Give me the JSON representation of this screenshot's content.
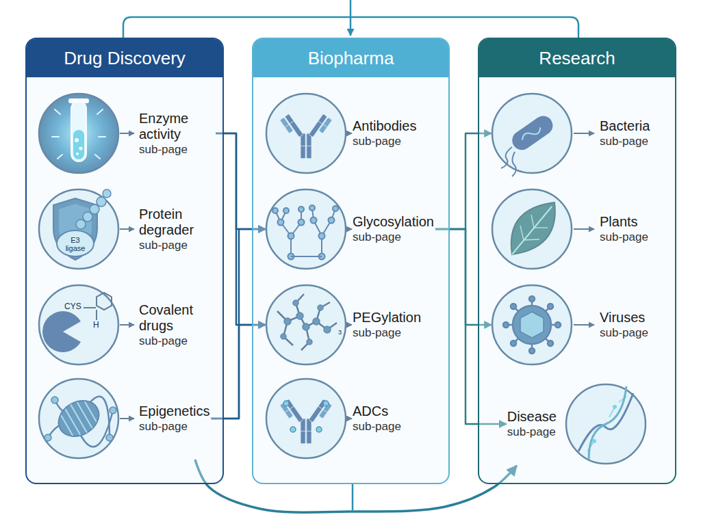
{
  "diagram": {
    "nodes": [
      {
        "text": [
          "Drug Discovery"
        ]
      },
      {
        "text": [
          "Biopharma"
        ]
      },
      {
        "text": [
          "Research"
        ]
      },
      {
        "text": [
          "Enzyme activity",
          "sub-page"
        ],
        "in": 0
      },
      {
        "text": [
          "Protein degrader",
          "sub-page"
        ],
        "in": 0
      },
      {
        "text": [
          "Covalent drugs",
          "sub-page"
        ],
        "in": 0
      },
      {
        "text": [
          "Epigenetics",
          "sub-page"
        ],
        "in": 0
      },
      {
        "text": [
          "Antibodies",
          "sub-page"
        ],
        "in": 1
      },
      {
        "text": [
          "Glycosylation",
          "sub-page"
        ],
        "in": 1
      },
      {
        "text": [
          "PEGylation",
          "sub-page"
        ],
        "in": 1
      },
      {
        "text": [
          "ADCs",
          "sub-page"
        ],
        "in": 1
      },
      {
        "text": [
          "Bacteria",
          "sub-page"
        ],
        "in": 2
      },
      {
        "text": [
          "Plants",
          "sub-page"
        ],
        "in": 2
      },
      {
        "text": [
          "Viruses",
          "sub-page"
        ],
        "in": 2
      },
      {
        "text": [
          "Disease",
          "sub-page"
        ],
        "in": 2
      }
    ],
    "edges": [
      {
        "from": 3,
        "to": 8,
        "arrow": "to"
      },
      {
        "from": 3,
        "to": 9,
        "arrow": "to"
      },
      {
        "from": 6,
        "to": 8,
        "arrow": "to"
      },
      {
        "from": 6,
        "to": 9,
        "arrow": "to"
      },
      {
        "from": 8,
        "to": 11,
        "arrow": "to"
      },
      {
        "from": 8,
        "to": 13,
        "arrow": "to"
      },
      {
        "from": 8,
        "to": 14,
        "arrow": "to"
      },
      {
        "from": 6,
        "to": 14,
        "arrow": "to"
      }
    ],
    "labels": [
      "E3 ligase",
      "CYS",
      "H",
      "3"
    ]
  }
}
